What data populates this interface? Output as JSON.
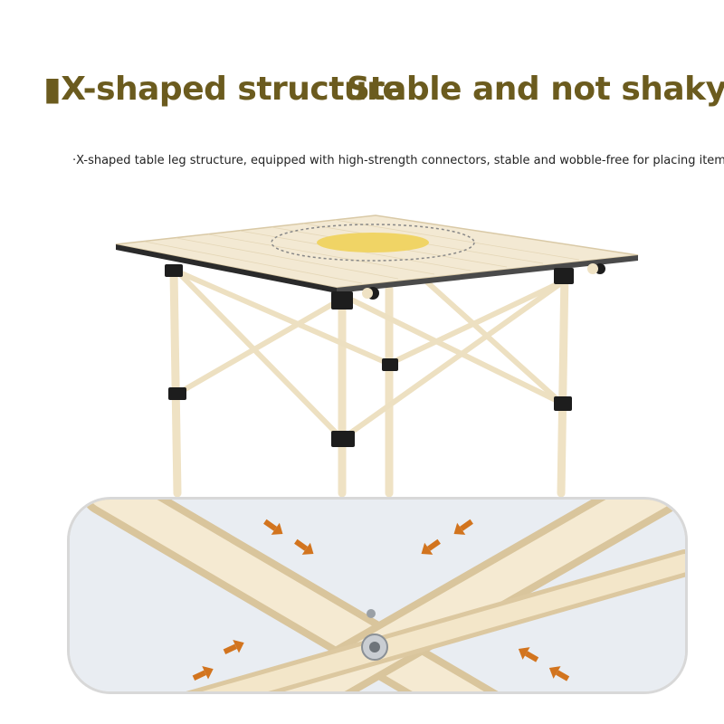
{
  "headline": {
    "part1": "▮X-shaped structure",
    "part2": "Stable and not shaky▮"
  },
  "subline": "·X-shaped table leg structure, equipped with high-strength connectors, stable and wobble-free for placing items",
  "colors": {
    "headline": "#6b5b1e",
    "tube": "#efe2c4",
    "tabletop": "#f3e9d3",
    "connector": "#1d1d1d",
    "arrow": "#d2741e",
    "logo": "#f0d465"
  },
  "icons": [
    "arrow-icon",
    "bolt-icon",
    "smiley-logo-icon"
  ]
}
